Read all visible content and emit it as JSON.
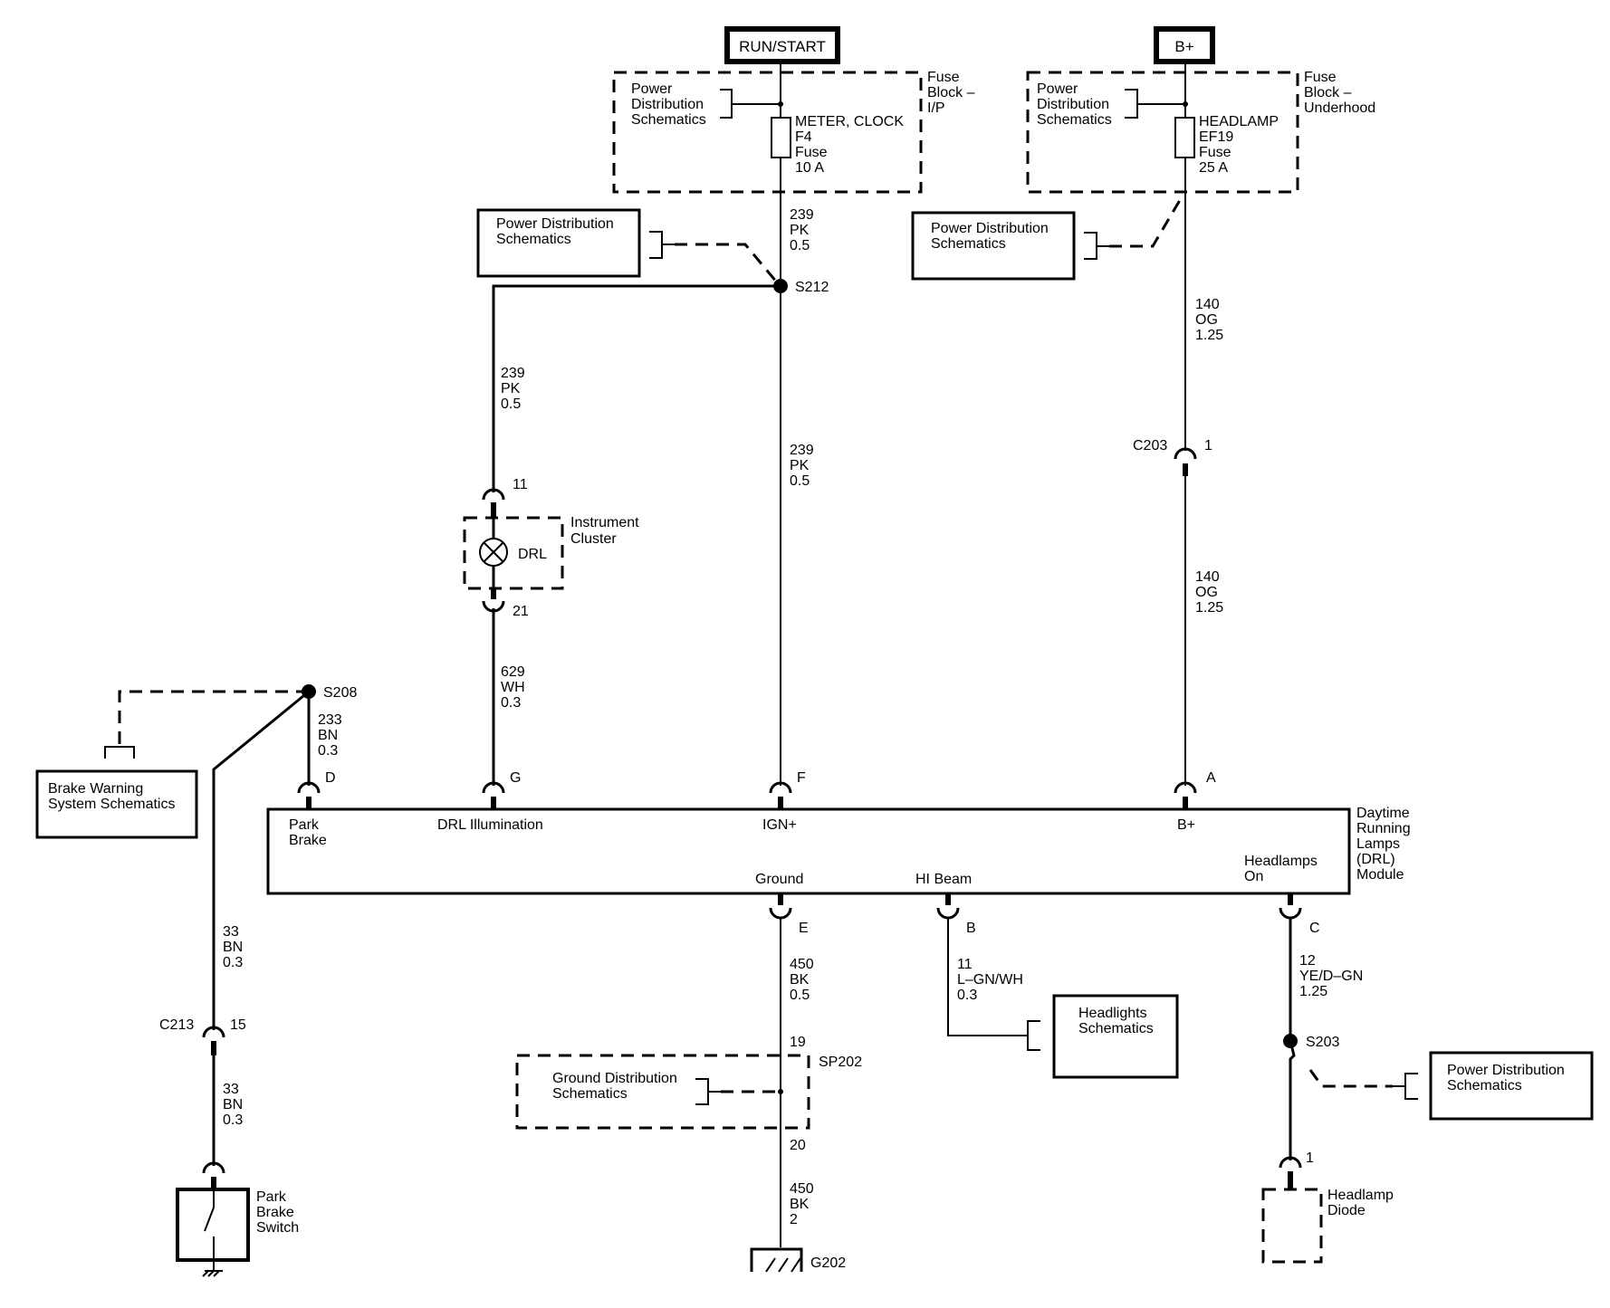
{
  "power": {
    "run_start": "RUN/START",
    "b_plus": "B+"
  },
  "fuse_blocks": {
    "ip_label": [
      "Fuse",
      "Block –",
      "I/P"
    ],
    "underhood_label": [
      "Fuse",
      "Block –",
      "Underhood"
    ],
    "ip_ref": [
      "Power",
      "Distribution",
      "Schematics"
    ],
    "underhood_ref": [
      "Power",
      "Distribution",
      "Schematics"
    ],
    "ip_fuse": [
      "METER, CLOCK",
      "F4",
      "Fuse",
      "10 A"
    ],
    "underhood_fuse": [
      "HEADLAMP",
      "EF19",
      "Fuse",
      "25 A"
    ]
  },
  "references": {
    "power_dist_left": [
      "Power Distribution",
      "Schematics"
    ],
    "power_dist_mid": [
      "Power Distribution",
      "Schematics"
    ],
    "power_dist_right": [
      "Power Distribution",
      "Schematics"
    ],
    "brake_warning": [
      "Brake Warning",
      "System Schematics"
    ],
    "headlights": [
      "Headlights",
      "Schematics"
    ],
    "ground_dist": [
      "Ground Distribution",
      "Schematics"
    ]
  },
  "wires": {
    "w239_top": [
      "239",
      "PK",
      "0.5"
    ],
    "w239_left": [
      "239",
      "PK",
      "0.5"
    ],
    "w239_mid": [
      "239",
      "PK",
      "0.5"
    ],
    "w140_top": [
      "140",
      "OG",
      "1.25"
    ],
    "w140_bot": [
      "140",
      "OG",
      "1.25"
    ],
    "w629": [
      "629",
      "WH",
      "0.3"
    ],
    "w233": [
      "233",
      "BN",
      "0.3"
    ],
    "w33_top": [
      "33",
      "BN",
      "0.3"
    ],
    "w33_bot": [
      "33",
      "BN",
      "0.3"
    ],
    "w450_top": [
      "450",
      "BK",
      "0.5"
    ],
    "w450_bot": [
      "450",
      "BK",
      "2"
    ],
    "w11": [
      "11",
      "L–GN/WH",
      "0.3"
    ],
    "w12": [
      "12",
      "YE/D–GN",
      "1.25"
    ]
  },
  "splices": {
    "s212": "S212",
    "s208": "S208",
    "s203": "S203",
    "sp202": "SP202",
    "g202": "G202"
  },
  "connectors": {
    "c203": "C203",
    "c203_pin": "1",
    "c213": "C213",
    "c213_pin": "15",
    "ic_pin_top": "11",
    "ic_pin_bot": "21",
    "sp202_pin_top": "19",
    "sp202_pin_bot": "20",
    "diode_pin": "1"
  },
  "instrument_cluster": {
    "label": [
      "Instrument",
      "Cluster"
    ],
    "lamp": "DRL"
  },
  "module": {
    "label": [
      "Daytime",
      "Running",
      "Lamps",
      "(DRL)",
      "Module"
    ],
    "pins": {
      "d": "D",
      "g": "G",
      "f": "F",
      "a": "A",
      "e": "E",
      "b": "B",
      "c": "C"
    },
    "inputs": {
      "park_brake": [
        "Park",
        "Brake"
      ],
      "drl_illumination": "DRL Illumination",
      "ign": "IGN+",
      "b_plus": "B+",
      "ground": "Ground",
      "hi_beam": "HI Beam",
      "headlamps_on": [
        "Headlamps",
        "On"
      ]
    }
  },
  "devices": {
    "park_brake_switch": [
      "Park",
      "Brake",
      "Switch"
    ],
    "headlamp_diode": [
      "Headlamp",
      "Diode"
    ]
  }
}
